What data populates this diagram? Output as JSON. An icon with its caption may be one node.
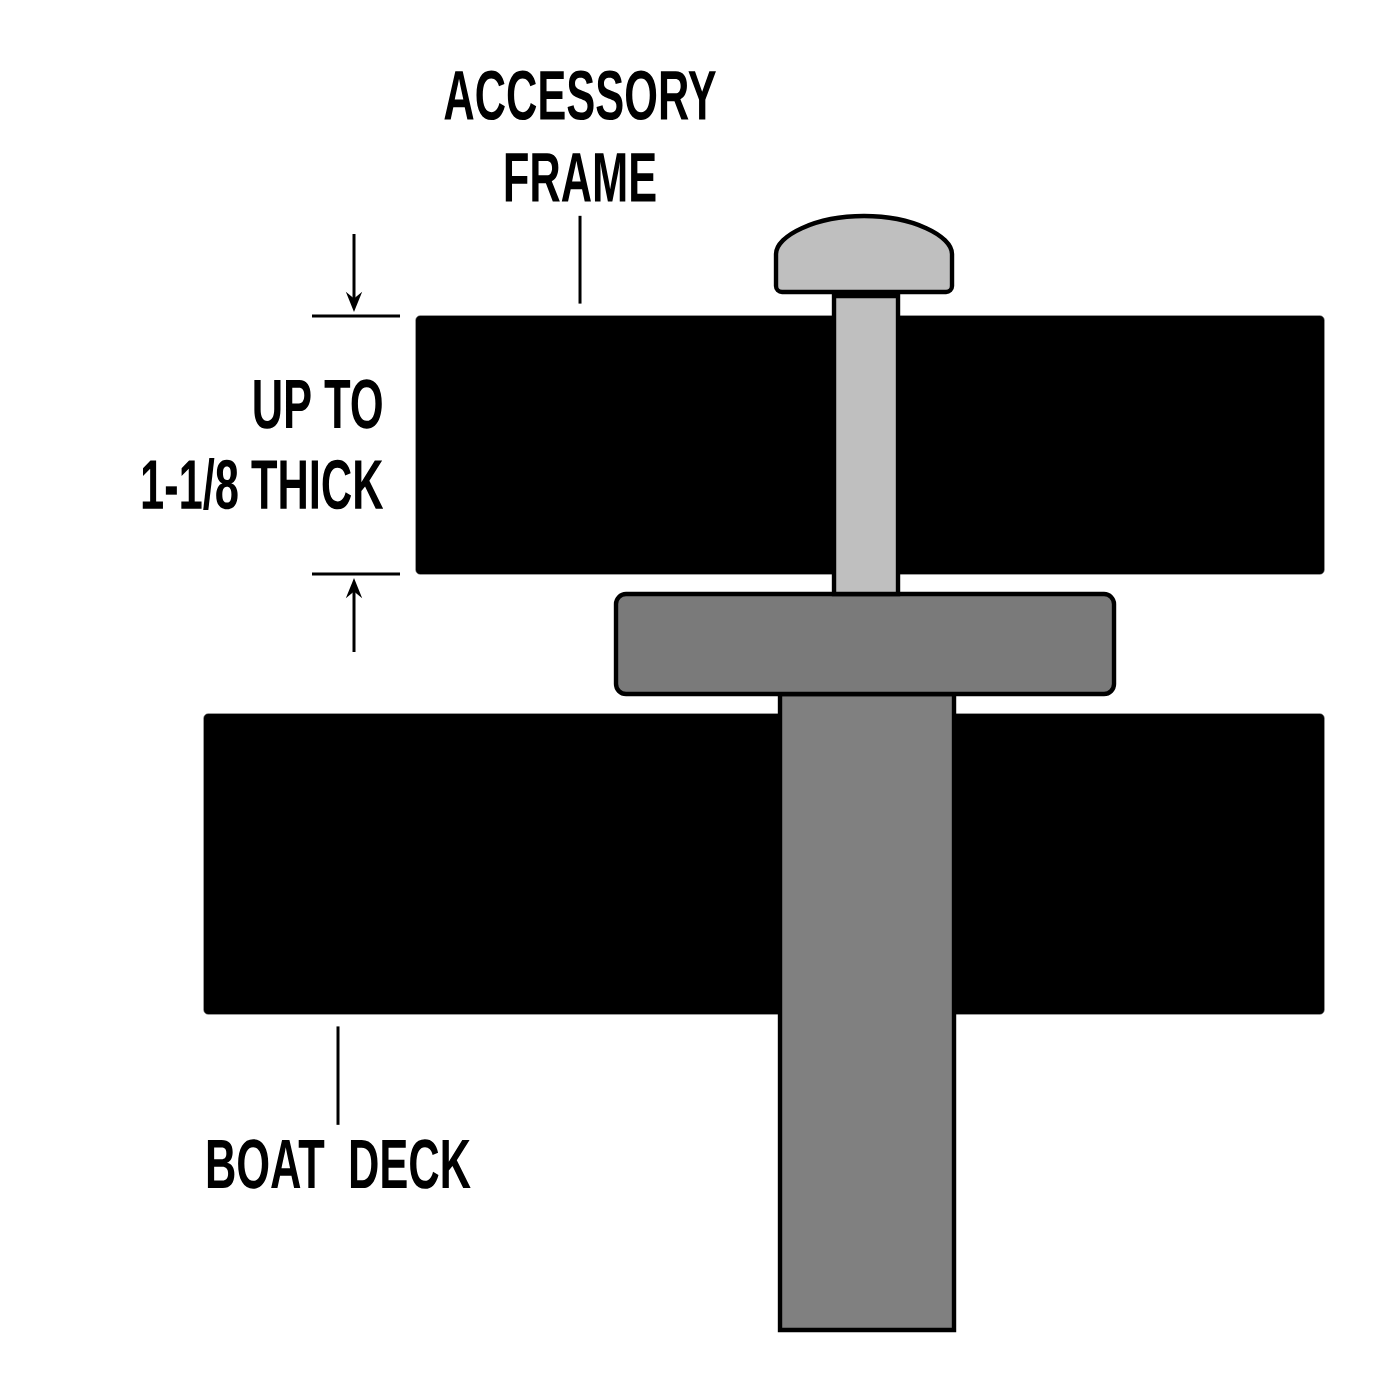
{
  "diagram": {
    "nodes": [
      {
        "text": [
          "ACCESSORY FRAME"
        ]
      },
      {
        "text": [],
        "shape": "box"
      },
      {
        "text": [],
        "shape": "box"
      },
      {
        "text": [
          "BOAT DECK"
        ]
      }
    ],
    "edges": [
      {
        "from": 0,
        "to": 1,
        "arrow": "none"
      },
      {
        "from": 3,
        "to": 2,
        "arrow": "none"
      }
    ],
    "labels": [
      "UP TO",
      "1-1/8 THICK"
    ]
  }
}
